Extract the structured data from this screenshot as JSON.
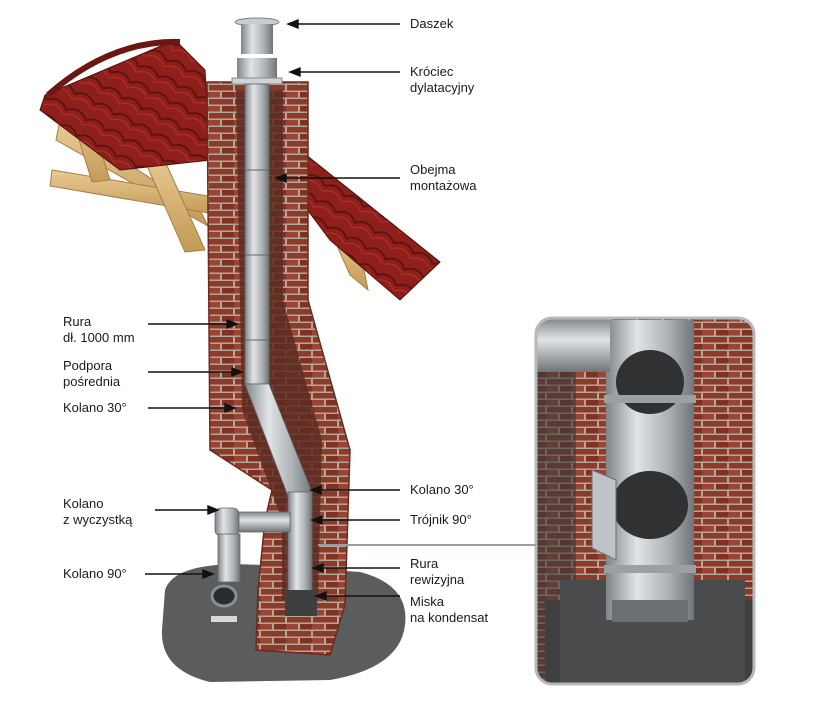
{
  "labels": {
    "daszek": {
      "lines": [
        "Daszek"
      ]
    },
    "krociec": {
      "lines": [
        "Króciec",
        "dylatacyjny"
      ]
    },
    "obejma": {
      "lines": [
        "Obejma",
        "montażowa"
      ]
    },
    "rura": {
      "lines": [
        "Rura",
        "dł. 1000 mm"
      ]
    },
    "podpora": {
      "lines": [
        "Podpora",
        "pośrednia"
      ]
    },
    "kolano30_left": {
      "lines": [
        "Kolano 30°"
      ]
    },
    "kolano30_right": {
      "lines": [
        "Kolano 30°"
      ]
    },
    "kolano_wyczystka": {
      "lines": [
        "Kolano",
        "z wyczystką"
      ]
    },
    "trojnik": {
      "lines": [
        "Trójnik 90°"
      ]
    },
    "kolano90": {
      "lines": [
        "Kolano 90°"
      ]
    },
    "rura_rewizyjna": {
      "lines": [
        "Rura",
        "rewizyjna"
      ]
    },
    "miska": {
      "lines": [
        "Miska",
        "na kondensat"
      ]
    }
  },
  "colors": {
    "brick": "#8a3b2b",
    "mortar": "#b8a89a",
    "roof_tile": "#8e1f1a",
    "timber": "#d9b77c",
    "steel": "#b7bcc0",
    "base": "#5a5c5e",
    "leader": "#111111"
  }
}
